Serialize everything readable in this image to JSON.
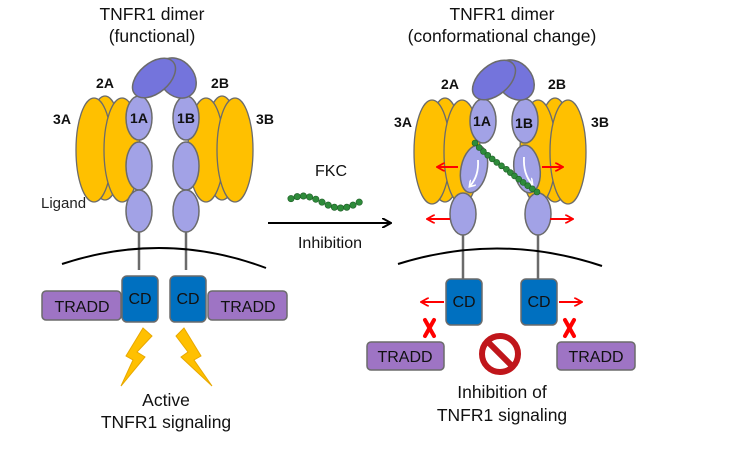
{
  "left_panel": {
    "title_line1": "TNFR1 dimer",
    "title_line2": "(functional)",
    "domain_labels": {
      "d2a": "2A",
      "d2b": "2B",
      "d3a": "3A",
      "d3b": "3B",
      "d1a": "1A",
      "d1b": "1B"
    },
    "ligand_label": "Ligand",
    "cd_left": "CD",
    "cd_right": "CD",
    "tradd_left": "TRADD",
    "tradd_right": "TRADD",
    "caption_line1": "Active",
    "caption_line2": "TNFR1 signaling"
  },
  "middle": {
    "inhibitor_label": "FKC",
    "arrow_label": "Inhibition"
  },
  "right_panel": {
    "title_line1": "TNFR1 dimer",
    "title_line2": "(conformational change)",
    "domain_labels": {
      "d2a": "2A",
      "d2b": "2B",
      "d3a": "3A",
      "d3b": "3B",
      "d1a": "1A",
      "d1b": "1B"
    },
    "cd_left": "CD",
    "cd_right": "CD",
    "tradd_left": "TRADD",
    "tradd_right": "TRADD",
    "caption_line1": "Inhibition of",
    "caption_line2": "TNFR1 signaling"
  },
  "colors": {
    "ligand": "#FFC000",
    "receptor_domain": "#A2A2E6",
    "receptor_cap": "#7474DC",
    "outline": "#6B6B6B",
    "cd": "#0070C0",
    "tradd": "#9E74C4",
    "fkc": "#2E8B3A",
    "red_arrow": "#FF0000",
    "no_sign": "#C0161B"
  }
}
